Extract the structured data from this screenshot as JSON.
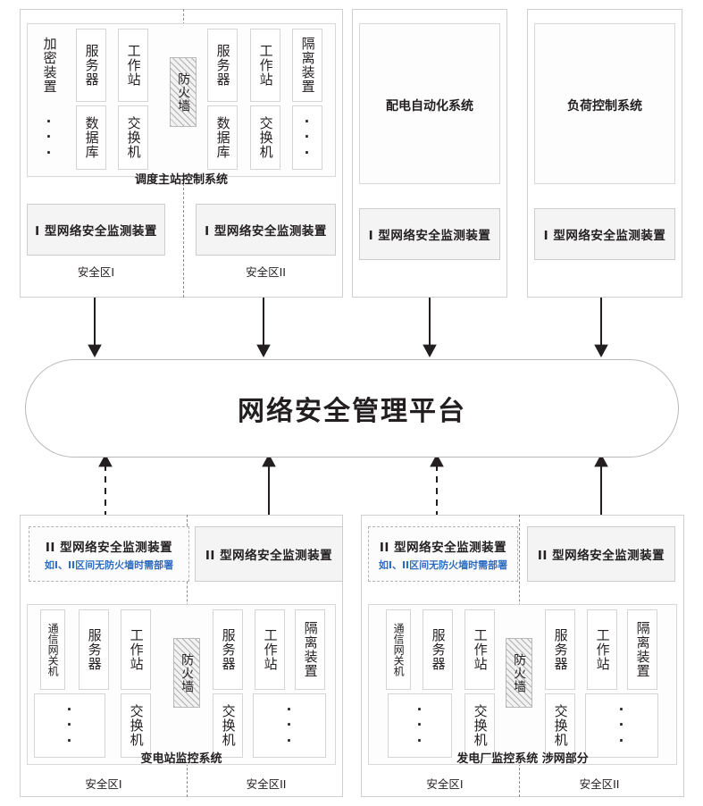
{
  "diagram": {
    "title_platform": "网络安全管理平台",
    "colors": {
      "ink": "#231f20",
      "note_blue": "#2f6cc0",
      "panel_border": "#cfcfcf",
      "device_fill": "#f4f4f4"
    },
    "labels": {
      "zone_1": "安全区I",
      "zone_2": "安全区II",
      "type1_device": "I 型网络安全监测装置",
      "type2_device": "II 型网络安全监测装置",
      "type2_note": "如I、II区间无防火墙时需部署",
      "firewall": "防火墙",
      "dots": "···"
    },
    "top_panels": [
      {
        "id": "dispatch",
        "caption": "调度主站控制系统",
        "zone1_label": "安全区I",
        "zone2_label": "安全区II",
        "zone1_components": [
          "加密装置",
          "服务器",
          "工作站",
          "数据库",
          "交换机"
        ],
        "zone2_components": [
          "服务器",
          "工作站",
          "隔离装置",
          "数据库",
          "交换机"
        ],
        "has_firewall": true,
        "monitor_zone1": "I 型网络安全监测装置",
        "monitor_zone2": "I 型网络安全监测装置"
      },
      {
        "id": "distribution-automation",
        "title": "配电自动化系统",
        "monitor": "I 型网络安全监测装置"
      },
      {
        "id": "load-control",
        "title": "负荷控制系统",
        "monitor": "I 型网络安全监测装置"
      }
    ],
    "bottom_panels": [
      {
        "id": "substation",
        "caption": "变电站监控系统",
        "zone1_label": "安全区I",
        "zone2_label": "安全区II",
        "zone1_components": [
          "通信网关机",
          "服务器",
          "工作站",
          "交换机"
        ],
        "zone2_components": [
          "服务器",
          "工作站",
          "隔离装置",
          "交换机"
        ],
        "has_firewall": true,
        "monitor_zone1": "II 型网络安全监测装置",
        "monitor_zone1_note": "如I、II区间无防火墙时需部署",
        "monitor_zone1_optional": true,
        "monitor_zone2": "II 型网络安全监测装置"
      },
      {
        "id": "power-plant",
        "caption": "发电厂监控系统  涉网部分",
        "zone1_label": "安全区I",
        "zone2_label": "安全区II",
        "zone1_components": [
          "通信网关机",
          "服务器",
          "工作站",
          "交换机"
        ],
        "zone2_components": [
          "服务器",
          "工作站",
          "隔离装置",
          "交换机"
        ],
        "has_firewall": true,
        "monitor_zone1": "II 型网络安全监测装置",
        "monitor_zone1_note": "如I、II区间无防火墙时需部署",
        "monitor_zone1_optional": true,
        "monitor_zone2": "II 型网络安全监测装置"
      }
    ]
  }
}
